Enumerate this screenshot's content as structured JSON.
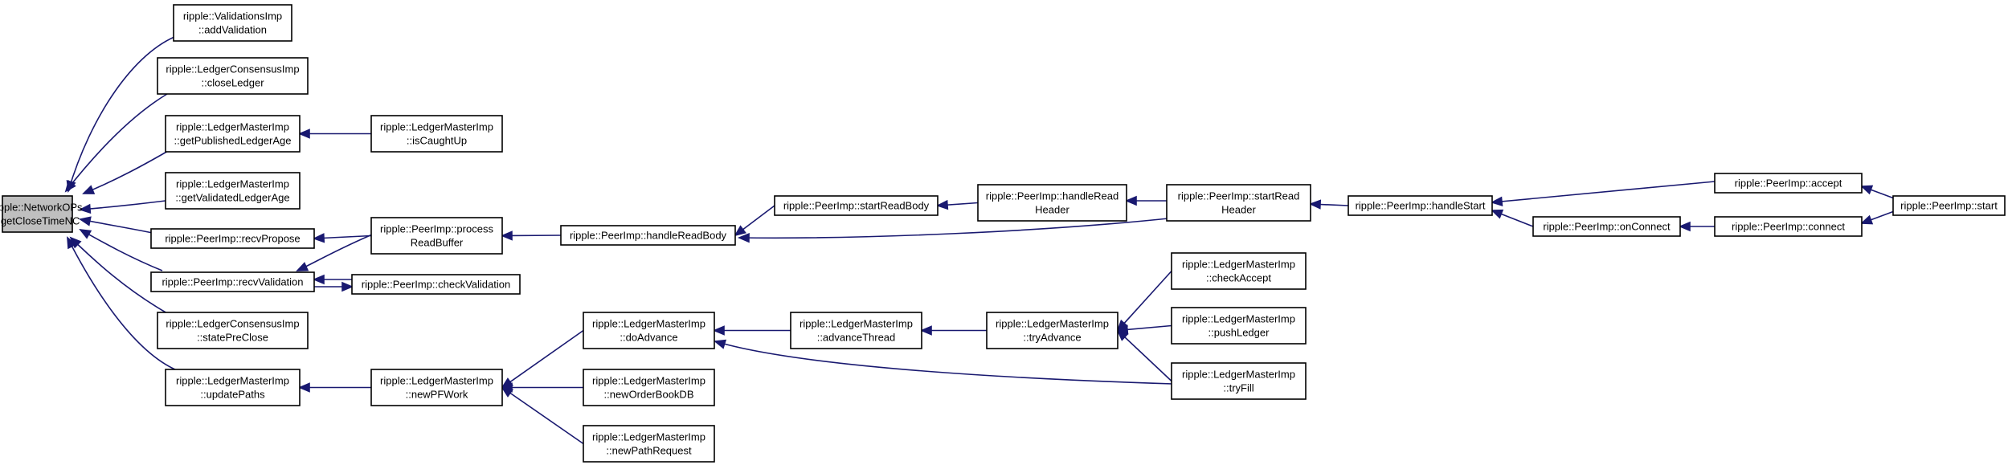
{
  "graph": {
    "nodes": [
      {
        "id": "n0",
        "lines": [
          "ripple::NetworkOPs",
          "::getCloseTimeNC"
        ],
        "root": true
      },
      {
        "id": "n1",
        "lines": [
          "ripple::ValidationsImp",
          "::addValidation"
        ]
      },
      {
        "id": "n2",
        "lines": [
          "ripple::LedgerConsensusImp",
          "::closeLedger"
        ]
      },
      {
        "id": "n3",
        "lines": [
          "ripple::LedgerMasterImp",
          "::getPublishedLedgerAge"
        ]
      },
      {
        "id": "n4",
        "lines": [
          "ripple::LedgerMasterImp",
          "::isCaughtUp"
        ]
      },
      {
        "id": "n5",
        "lines": [
          "ripple::LedgerMasterImp",
          "::getValidatedLedgerAge"
        ]
      },
      {
        "id": "n6",
        "lines": [
          "ripple::PeerImp::recvPropose"
        ]
      },
      {
        "id": "n7",
        "lines": [
          "ripple::PeerImp::process",
          "ReadBuffer"
        ]
      },
      {
        "id": "n8",
        "lines": [
          "ripple::PeerImp::handleReadBody"
        ]
      },
      {
        "id": "n9",
        "lines": [
          "ripple::PeerImp::startReadBody"
        ]
      },
      {
        "id": "n10",
        "lines": [
          "ripple::PeerImp::handleRead",
          "Header"
        ]
      },
      {
        "id": "n11",
        "lines": [
          "ripple::PeerImp::startRead",
          "Header"
        ]
      },
      {
        "id": "n12",
        "lines": [
          "ripple::PeerImp::handleStart"
        ]
      },
      {
        "id": "n13",
        "lines": [
          "ripple::PeerImp::accept"
        ]
      },
      {
        "id": "n14",
        "lines": [
          "ripple::PeerImp::start"
        ]
      },
      {
        "id": "n15",
        "lines": [
          "ripple::PeerImp::onConnect"
        ]
      },
      {
        "id": "n16",
        "lines": [
          "ripple::PeerImp::connect"
        ]
      },
      {
        "id": "n17",
        "lines": [
          "ripple::PeerImp::recvValidation"
        ]
      },
      {
        "id": "n18",
        "lines": [
          "ripple::PeerImp::checkValidation"
        ]
      },
      {
        "id": "n19",
        "lines": [
          "ripple::LedgerConsensusImp",
          "::statePreClose"
        ]
      },
      {
        "id": "n20",
        "lines": [
          "ripple::LedgerMasterImp",
          "::updatePaths"
        ]
      },
      {
        "id": "n21",
        "lines": [
          "ripple::LedgerMasterImp",
          "::newPFWork"
        ]
      },
      {
        "id": "n22",
        "lines": [
          "ripple::LedgerMasterImp",
          "::doAdvance"
        ]
      },
      {
        "id": "n23",
        "lines": [
          "ripple::LedgerMasterImp",
          "::advanceThread"
        ]
      },
      {
        "id": "n24",
        "lines": [
          "ripple::LedgerMasterImp",
          "::tryAdvance"
        ]
      },
      {
        "id": "n25",
        "lines": [
          "ripple::LedgerMasterImp",
          "::checkAccept"
        ]
      },
      {
        "id": "n26",
        "lines": [
          "ripple::LedgerMasterImp",
          "::pushLedger"
        ]
      },
      {
        "id": "n27",
        "lines": [
          "ripple::LedgerMasterImp",
          "::tryFill"
        ]
      },
      {
        "id": "n28",
        "lines": [
          "ripple::LedgerMasterImp",
          "::newOrderBookDB"
        ]
      },
      {
        "id": "n29",
        "lines": [
          "ripple::LedgerMasterImp",
          "::newPathRequest"
        ]
      }
    ],
    "edges": [
      {
        "from": "n1",
        "to": "n0"
      },
      {
        "from": "n2",
        "to": "n0"
      },
      {
        "from": "n3",
        "to": "n0"
      },
      {
        "from": "n4",
        "to": "n3"
      },
      {
        "from": "n5",
        "to": "n0"
      },
      {
        "from": "n6",
        "to": "n0"
      },
      {
        "from": "n7",
        "to": "n6"
      },
      {
        "from": "n7",
        "to": "n17"
      },
      {
        "from": "n8",
        "to": "n7"
      },
      {
        "from": "n9",
        "to": "n8"
      },
      {
        "from": "n10",
        "to": "n9"
      },
      {
        "from": "n11",
        "to": "n10"
      },
      {
        "from": "n11",
        "to": "n8"
      },
      {
        "from": "n12",
        "to": "n11"
      },
      {
        "from": "n13",
        "to": "n12"
      },
      {
        "from": "n14",
        "to": "n13"
      },
      {
        "from": "n15",
        "to": "n12"
      },
      {
        "from": "n16",
        "to": "n15"
      },
      {
        "from": "n14",
        "to": "n16"
      },
      {
        "from": "n17",
        "to": "n0"
      },
      {
        "from": "n18",
        "to": "n17"
      },
      {
        "from": "n17",
        "to": "n18"
      },
      {
        "from": "n19",
        "to": "n0"
      },
      {
        "from": "n20",
        "to": "n0"
      },
      {
        "from": "n21",
        "to": "n20"
      },
      {
        "from": "n22",
        "to": "n21"
      },
      {
        "from": "n23",
        "to": "n22"
      },
      {
        "from": "n24",
        "to": "n23"
      },
      {
        "from": "n25",
        "to": "n24"
      },
      {
        "from": "n26",
        "to": "n24"
      },
      {
        "from": "n27",
        "to": "n24"
      },
      {
        "from": "n27",
        "to": "n22"
      },
      {
        "from": "n28",
        "to": "n21"
      },
      {
        "from": "n29",
        "to": "n21"
      }
    ]
  }
}
